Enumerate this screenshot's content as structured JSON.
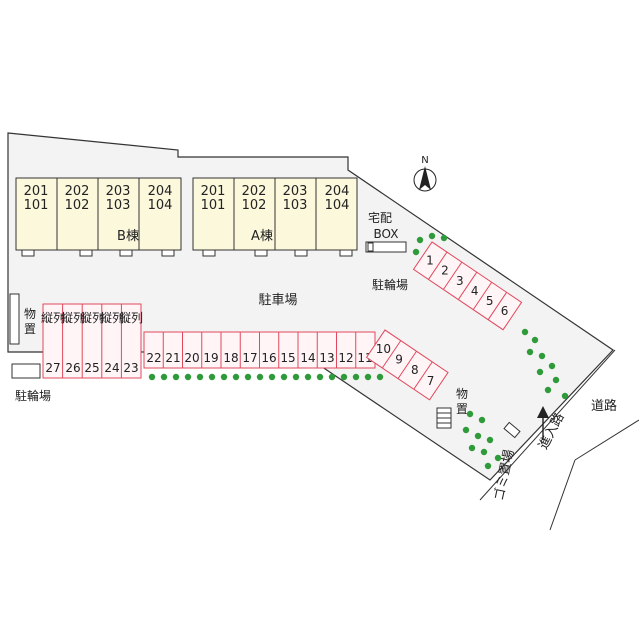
{
  "building_b": {
    "units_top": [
      "201",
      "202",
      "203",
      "204"
    ],
    "units_bottom": [
      "101",
      "102",
      "103",
      "104"
    ],
    "name": "B棟"
  },
  "building_a": {
    "units_top": [
      "201",
      "202",
      "203",
      "204"
    ],
    "units_bottom": [
      "101",
      "102",
      "103",
      "104"
    ],
    "name": "A棟"
  },
  "labels": {
    "delivery_box_1": "宅配",
    "delivery_box_2": "BOX",
    "bike_parking_right": "駐輪場",
    "bike_parking_left": "駐輪場",
    "parking_lot": "駐車場",
    "storage_left_1": "物",
    "storage_left_2": "置",
    "storage_right_1": "物",
    "storage_right_2": "置",
    "garbage": "ゴミ置場",
    "entrance_road": "進入路",
    "road": "道路",
    "north": "N"
  },
  "parking": {
    "diagonal_top": [
      "1",
      "2",
      "3",
      "4",
      "5",
      "6"
    ],
    "diagonal_bottom": [
      "10",
      "9",
      "8",
      "7"
    ],
    "row_bottom": [
      "22",
      "21",
      "20",
      "19",
      "18",
      "17",
      "16",
      "15",
      "14",
      "13",
      "12",
      "11"
    ],
    "tandem": [
      {
        "label": "縦列",
        "number": "27"
      },
      {
        "label": "縦列",
        "number": "26"
      },
      {
        "label": "縦列",
        "number": "25"
      },
      {
        "label": "縦列",
        "number": "24"
      },
      {
        "label": "縦列",
        "number": "23"
      }
    ]
  },
  "colors": {
    "site_fill": "#f3f3f3",
    "building_fill": "#fbf8dc",
    "parking_fill": "#fff5f7",
    "parking_stroke": "#e0485c",
    "tree": "#2e9a3a"
  }
}
